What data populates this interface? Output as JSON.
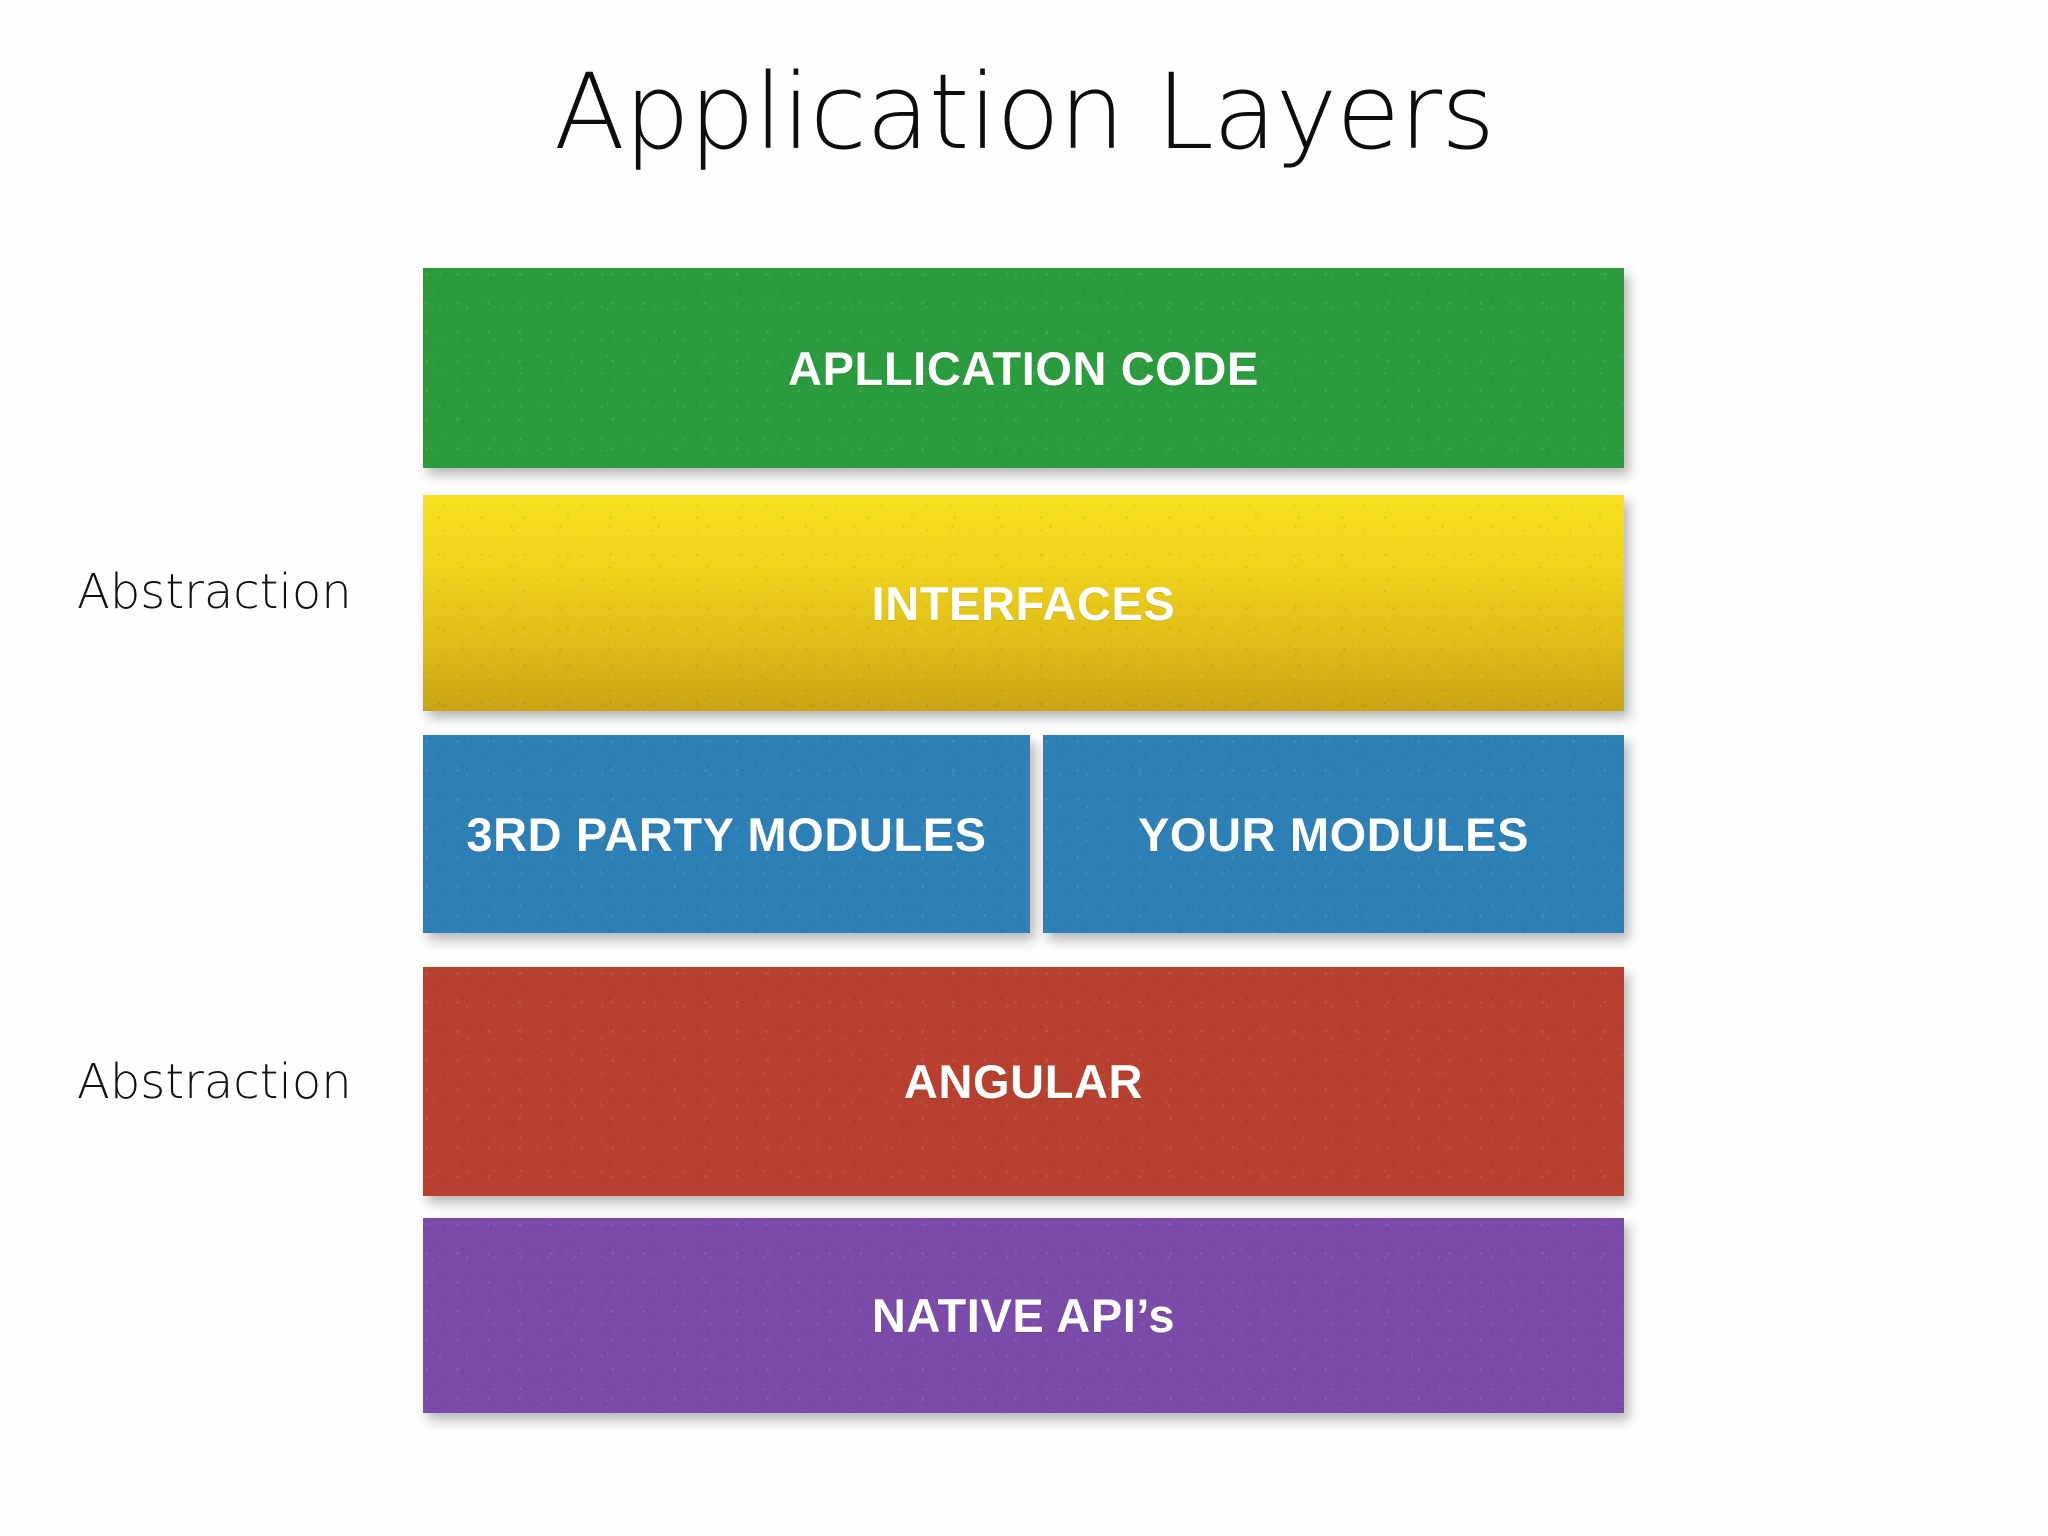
{
  "slide": {
    "title": "Application Layers",
    "background_color": "#ffffff",
    "title_color": "#0d0d0d"
  },
  "side_labels": [
    {
      "name": "abstraction-upper",
      "text": "Abstraction"
    },
    {
      "name": "abstraction-lower",
      "text": "Abstraction"
    }
  ],
  "layers": [
    {
      "id": "application-code",
      "label": "APLLICATION CODE",
      "color": "#2b9c3e",
      "label_color": "#ffffff"
    },
    {
      "id": "interfaces",
      "label": "INTERFACES",
      "color": "#f6e01f",
      "color_bottom": "#c8a414",
      "label_color": "#ffffff"
    },
    {
      "id": "third-party-modules",
      "label": "3RD PARTY MODULES",
      "color": "#2c80b5",
      "label_color": "#ffffff"
    },
    {
      "id": "your-modules",
      "label": "YOUR MODULES",
      "color": "#2c80b5",
      "label_color": "#ffffff"
    },
    {
      "id": "angular",
      "label": "ANGULAR",
      "color": "#b8402e",
      "label_color": "#ffffff"
    },
    {
      "id": "native-apis",
      "label": "NATIVE API’s",
      "color": "#7a4ba9",
      "label_color": "#ffffff"
    }
  ]
}
